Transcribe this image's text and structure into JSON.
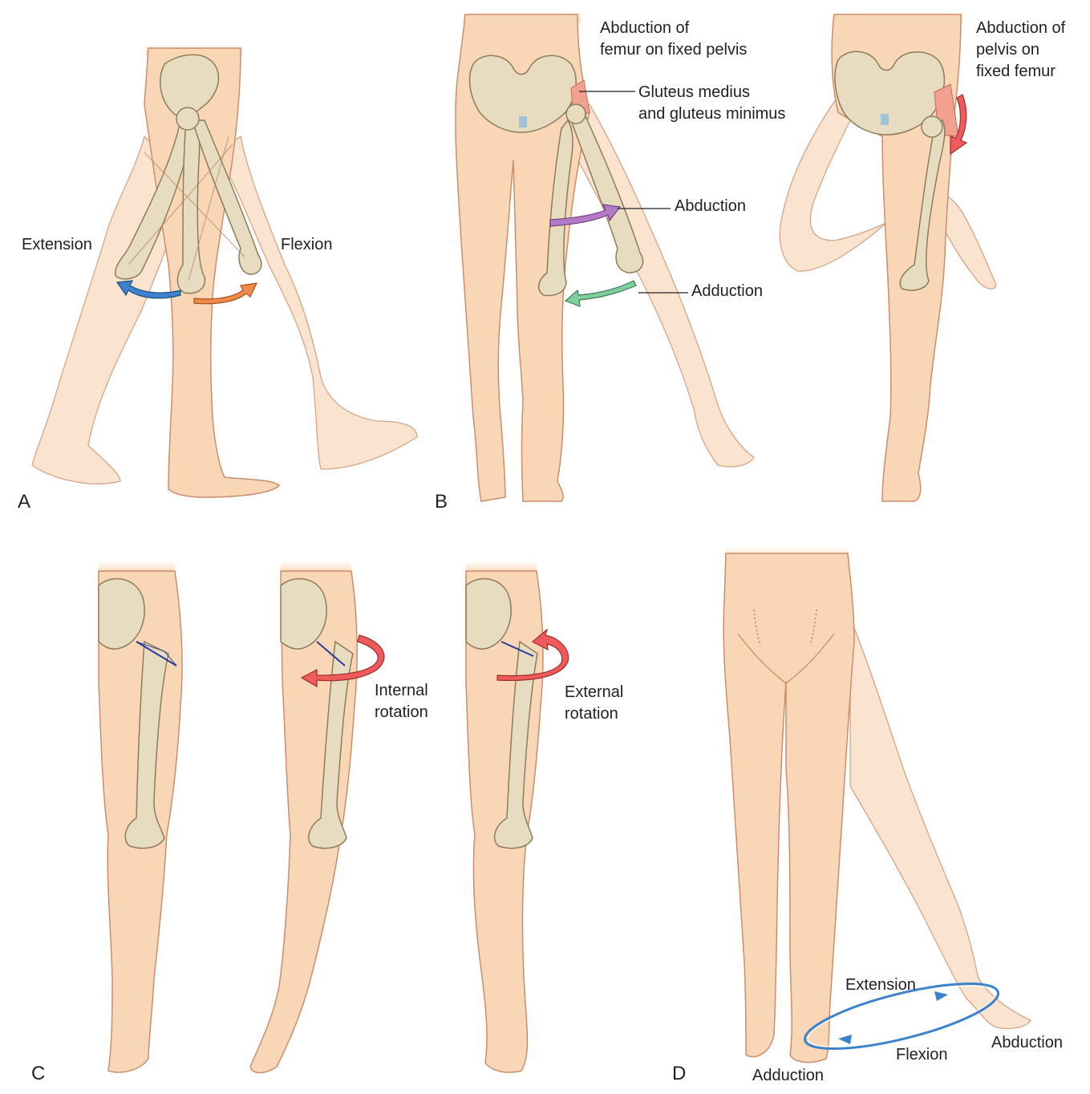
{
  "panels": {
    "a": {
      "letter": "A",
      "extension": "Extension",
      "flexion": "Flexion"
    },
    "b": {
      "letter": "B",
      "abduction_femur": [
        "Abduction of",
        "femur on fixed pelvis"
      ],
      "gluteus": [
        "Gluteus medius",
        "and gluteus minimus"
      ],
      "abduction": "Abduction",
      "adduction": "Adduction",
      "abduction_pelvis": [
        "Abduction of",
        "pelvis on",
        "fixed femur"
      ]
    },
    "c": {
      "letter": "C",
      "internal_rotation": [
        "Internal",
        "rotation"
      ],
      "external_rotation": [
        "External",
        "rotation"
      ]
    },
    "d": {
      "letter": "D",
      "extension": "Extension",
      "flexion": "Flexion",
      "abduction": "Abduction",
      "adduction": "Adduction"
    }
  },
  "colors": {
    "skin": "#f9d6b5",
    "bone": "#e8dcc0",
    "arrow_extension": "#3c82cc",
    "arrow_flexion": "#f08a4b",
    "arrow_abduction": "#b57ac7",
    "arrow_adduction": "#7fcf9b",
    "arrow_rotation": "#ef5a5a",
    "muscle": "#f2a08f",
    "circumduction": "#3c82cc"
  }
}
